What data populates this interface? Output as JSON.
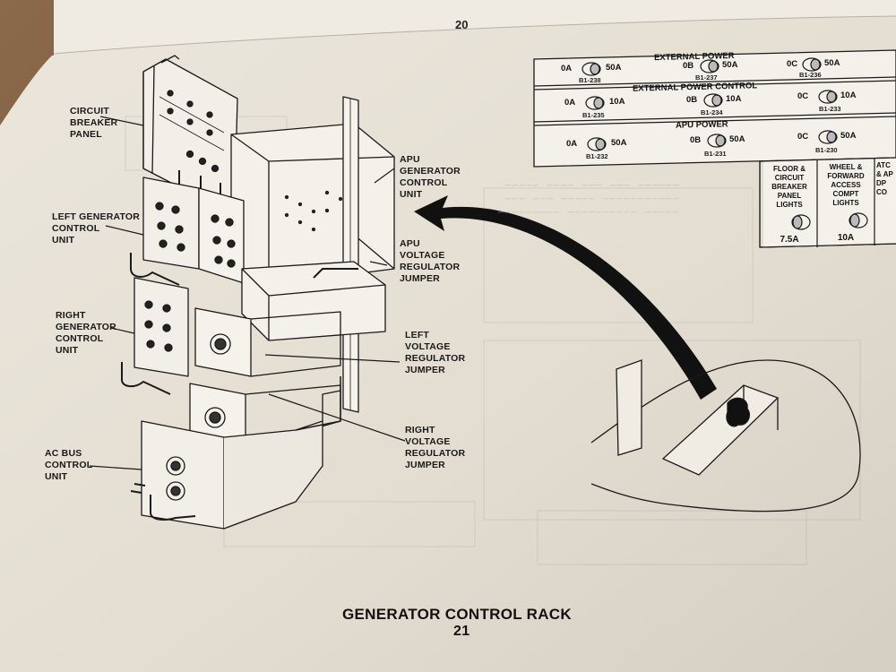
{
  "page": {
    "top_page_number": "20",
    "bottom_page_number": "21",
    "title": "GENERATOR CONTROL RACK"
  },
  "labels": {
    "circuit_breaker_panel": "CIRCUIT\nBREAKER\nPANEL",
    "apu_generator_control_unit": "APU\nGENERATOR\nCONTROL\nUNIT",
    "left_generator_control_unit": "LEFT GENERATOR\nCONTROL\nUNIT",
    "apu_voltage_regulator_jumper": "APU\nVOLTAGE\nREGULATOR\nJUMPER",
    "right_generator_control_unit": "RIGHT\nGENERATOR\nCONTROL\nUNIT",
    "left_voltage_regulator_jumper": "LEFT\nVOLTAGE\nREGULATOR\nJUMPER",
    "right_voltage_regulator_jumper": "RIGHT\nVOLTAGE\nREGULATOR\nJUMPER",
    "ac_bus_control_unit": "AC BUS\nCONTROL\nUNIT"
  },
  "panels": [
    {
      "title": "EXTERNAL POWER",
      "switches": [
        {
          "left": "0A",
          "right": "50A",
          "id": "B1-238"
        },
        {
          "left": "0B",
          "right": "50A",
          "id": "B1-237"
        },
        {
          "left": "0C",
          "right": "50A",
          "id": "B1-236"
        }
      ]
    },
    {
      "title": "EXTERNAL POWER CONTROL",
      "switches": [
        {
          "left": "0A",
          "right": "10A",
          "id": "B1-235"
        },
        {
          "left": "0B",
          "right": "10A",
          "id": "B1-234"
        },
        {
          "left": "0C",
          "right": "10A",
          "id": "B1-233"
        }
      ]
    },
    {
      "title": "APU POWER",
      "switches": [
        {
          "left": "0A",
          "right": "50A",
          "id": "B1-232"
        },
        {
          "left": "0B",
          "right": "50A",
          "id": "B1-231"
        },
        {
          "left": "0C",
          "right": "50A",
          "id": "B1-230"
        }
      ]
    }
  ],
  "breaker_columns": [
    {
      "head": "FLOOR &\nCIRCUIT\nBREAKER\nPANEL\nLIGHTS",
      "value": "7.5A"
    },
    {
      "head": "WHEEL &\nFORWARD\nACCESS\nCOMPT\nLIGHTS",
      "value": "10A"
    },
    {
      "head": "ATC\n& AP\nDP\nCO",
      "value": ""
    }
  ],
  "colors": {
    "paper": "#ece7dd",
    "ink": "#1a1a1a",
    "background": "#6b4a30"
  }
}
